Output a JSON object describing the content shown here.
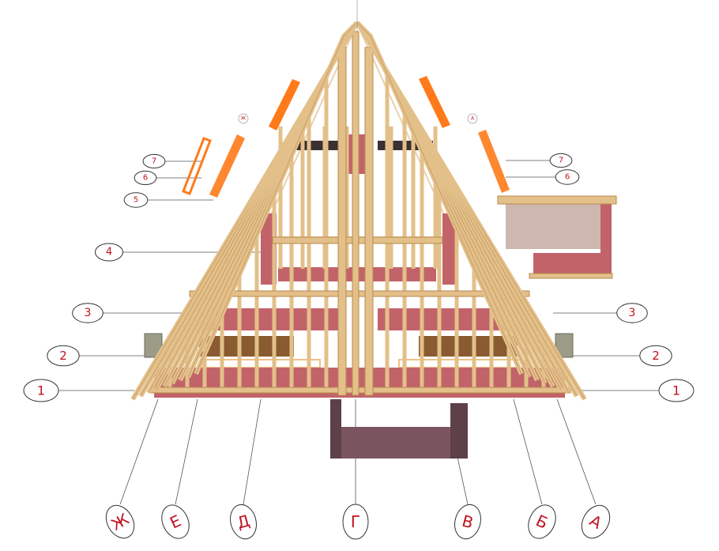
{
  "colors": {
    "timber": "#e3c08a",
    "timber_dark": "#b98a4f",
    "brick": "#b5565a",
    "brick_dark": "#6e4a52",
    "osb": "#8a5a30",
    "membrane": "#ff7a1a",
    "label_text": "#c1121f",
    "leader_line": "#555555"
  },
  "axis_labels": {
    "left_levels": [
      {
        "id": "L7",
        "text": "7"
      },
      {
        "id": "L6",
        "text": "6"
      },
      {
        "id": "L5",
        "text": "5"
      },
      {
        "id": "L4",
        "text": "4"
      },
      {
        "id": "L3",
        "text": "3"
      },
      {
        "id": "L2",
        "text": "2"
      },
      {
        "id": "L1",
        "text": "1"
      }
    ],
    "right_levels": [
      {
        "id": "R7",
        "text": "7"
      },
      {
        "id": "R6",
        "text": "6"
      },
      {
        "id": "R3",
        "text": "3"
      },
      {
        "id": "R2",
        "text": "2"
      },
      {
        "id": "R1",
        "text": "1"
      }
    ],
    "bottom_letters": [
      {
        "id": "ZH",
        "text": "Ж"
      },
      {
        "id": "E",
        "text": "Е"
      },
      {
        "id": "D",
        "text": "Д"
      },
      {
        "id": "G",
        "text": "Г"
      },
      {
        "id": "V",
        "text": "В"
      },
      {
        "id": "B",
        "text": "Б"
      },
      {
        "id": "A",
        "text": "А"
      }
    ]
  },
  "small_marks": {
    "left_top": "Ж",
    "right_top": "А"
  }
}
